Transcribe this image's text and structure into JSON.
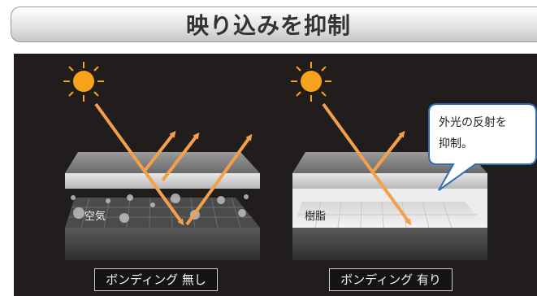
{
  "title": "映り込みを抑制",
  "left_panel": {
    "air_label": "空気",
    "caption": "ボンディング 無し"
  },
  "right_panel": {
    "resin_label": "樹脂",
    "caption": "ボンディング 有り"
  },
  "callout": {
    "line1": "外光の反射を",
    "line2": "抑制。"
  },
  "colors": {
    "ray": "#f2a04c",
    "sun": "#f7a21b",
    "background": "#221d1d"
  }
}
